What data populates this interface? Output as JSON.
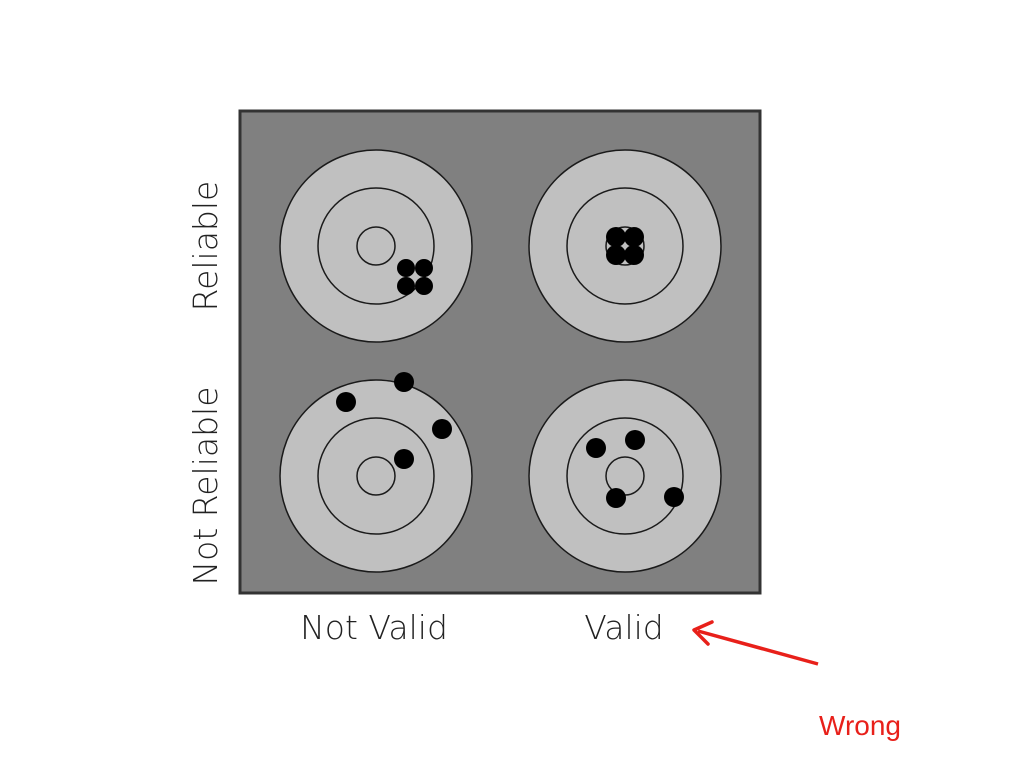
{
  "labels": {
    "row_top": "Reliable",
    "row_bottom": "Not Reliable",
    "col_left": "Not Valid",
    "col_right": "Valid",
    "annotation": "Wrong"
  },
  "colors": {
    "panel": "#808080",
    "ring_light": "#c0c0c0",
    "ring_line": "#1a1a1a",
    "hit": "#000000",
    "annotation": "#e8201a"
  },
  "targets": [
    {
      "id": "reliable-not-valid",
      "hits": 4
    },
    {
      "id": "reliable-valid",
      "hits": 4
    },
    {
      "id": "not-reliable-not-valid",
      "hits": 4
    },
    {
      "id": "not-reliable-valid",
      "hits": 4
    }
  ]
}
